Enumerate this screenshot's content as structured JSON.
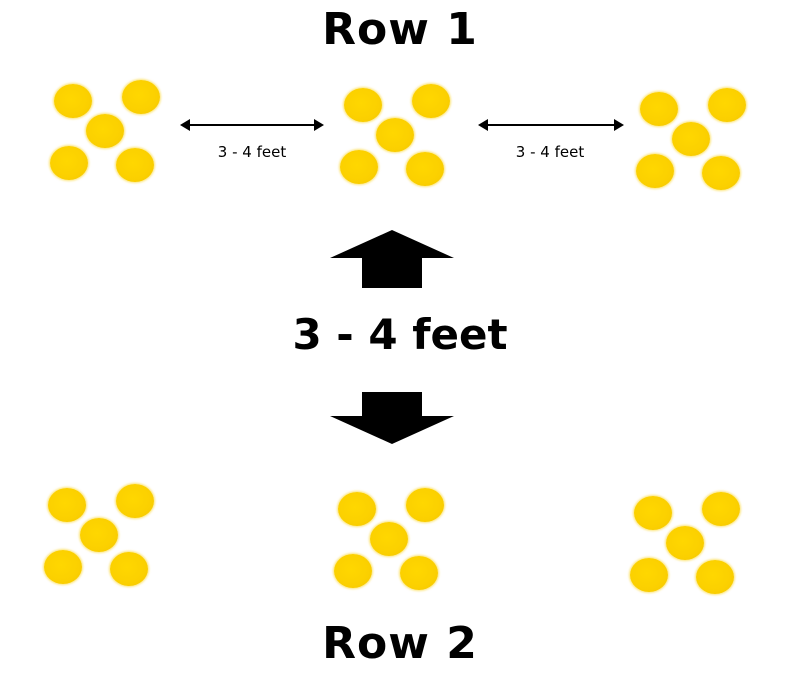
{
  "row1": {
    "title": "Row 1",
    "spacing_labels": [
      "3 - 4 feet",
      "3 - 4 feet"
    ]
  },
  "between_rows": {
    "label": "3 - 4 feet"
  },
  "row2": {
    "title": "Row 2"
  },
  "colors": {
    "plant_dot": "#fbd000",
    "ink": "#000000",
    "background": "#ffffff"
  },
  "icons": {
    "horizontal_arrow": "double-headed-arrow-icon",
    "up_arrow": "up-arrow-icon",
    "down_arrow": "down-arrow-icon"
  }
}
